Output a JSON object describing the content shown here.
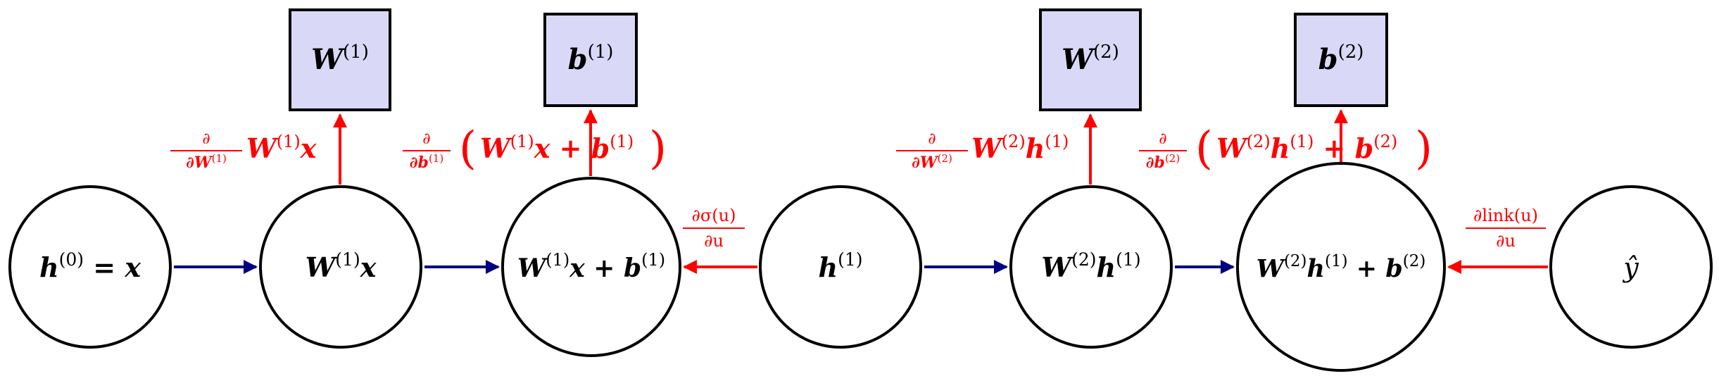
{
  "colors": {
    "forward_arrow": "#000080",
    "backward_arrow": "#ff0000",
    "param_fill": "#d9d9f7",
    "node_stroke": "#000000"
  },
  "nodes": {
    "h0": {
      "base": "h",
      "sup": "(0)",
      "rest": " = x"
    },
    "w1x": {
      "base": "W",
      "sup": "(1)",
      "rest": "x"
    },
    "w1xb1": {
      "base": "W",
      "sup": "(1)",
      "mid": "x + b",
      "sup2": "(1)"
    },
    "h1": {
      "base": "h",
      "sup": "(1)"
    },
    "w2h1": {
      "base": "W",
      "sup": "(2)",
      "mid": "h",
      "sup2": "(1)"
    },
    "w2h1b2": {
      "base": "W",
      "sup": "(2)",
      "mid": "h",
      "sup2": "(1)",
      "rest": " + b",
      "sup3": "(2)"
    },
    "yhat": {
      "text": "ŷ"
    }
  },
  "params": {
    "W1": {
      "base": "W",
      "sup": "(1)"
    },
    "b1": {
      "base": "b",
      "sup": "(1)"
    },
    "W2": {
      "base": "W",
      "sup": "(2)"
    },
    "b2": {
      "base": "b",
      "sup": "(2)"
    }
  },
  "gradients": {
    "dW1": {
      "num": "∂",
      "den_base": "∂W",
      "den_sup": "(1)",
      "expr_base": "W",
      "expr_sup": "(1)",
      "expr_rest": "x"
    },
    "db1": {
      "num": "∂",
      "den_base": "∂b",
      "den_sup": "(1)",
      "open": "(",
      "expr_base": "W",
      "expr_sup": "(1)",
      "expr_mid": "x + b",
      "expr_sup2": "(1)",
      "close": ")"
    },
    "dsigma": {
      "num": "∂σ(u)",
      "den": "∂u"
    },
    "dW2": {
      "num": "∂",
      "den_base": "∂W",
      "den_sup": "(2)",
      "expr_base": "W",
      "expr_sup": "(2)",
      "expr_mid": "h",
      "expr_sup2": "(1)"
    },
    "db2": {
      "num": "∂",
      "den_base": "∂b",
      "den_sup": "(2)",
      "open": "(",
      "expr_base": "W",
      "expr_sup": "(2)",
      "expr_mid": "h",
      "expr_sup2": "(1)",
      "expr_rest": " + b",
      "expr_sup3": "(2)",
      "close": ")"
    },
    "dlink": {
      "num": "∂link(u)",
      "den": "∂u"
    }
  }
}
